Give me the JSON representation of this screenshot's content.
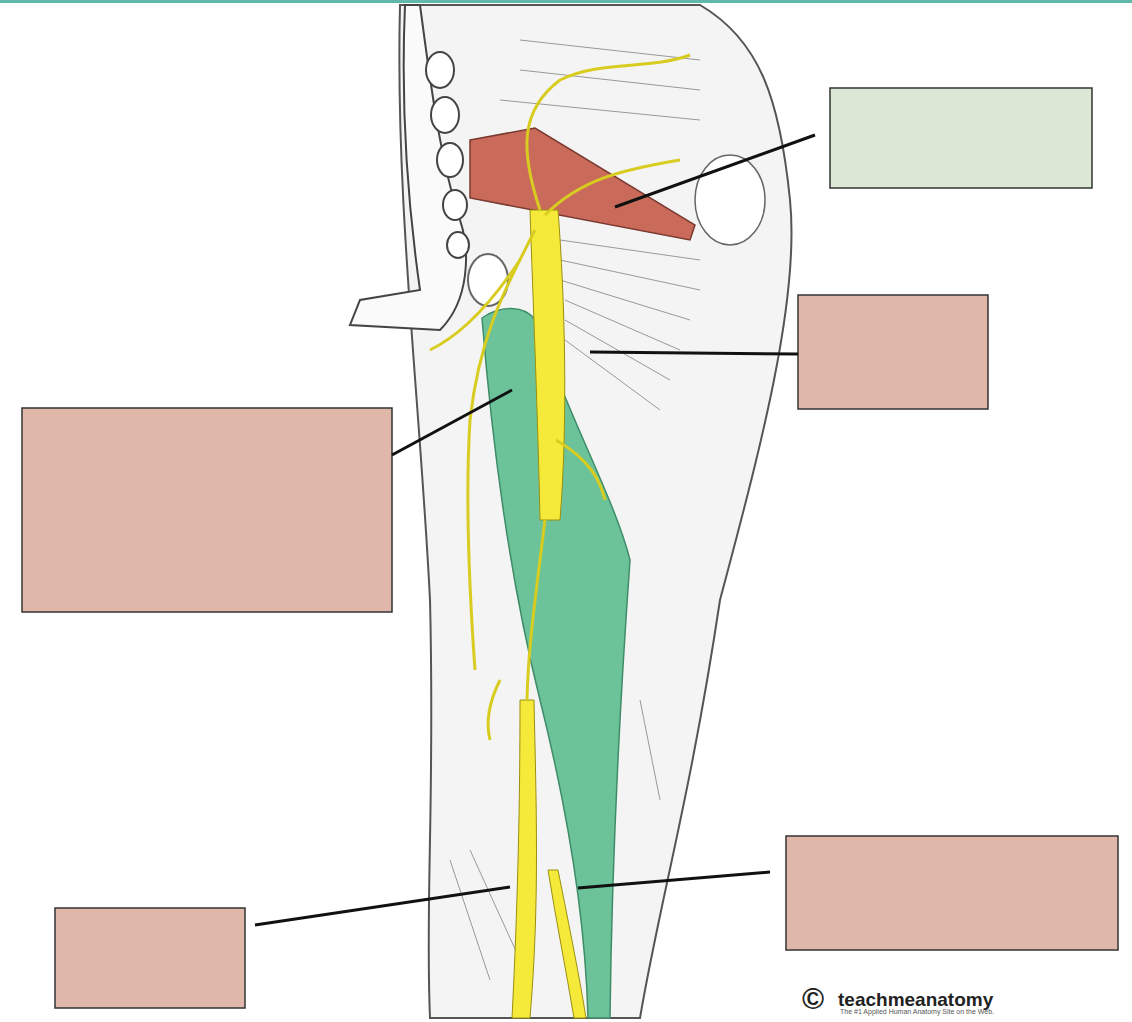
{
  "diagram": {
    "labels": [
      "©",
      "teachmeanatomy",
      "The #1 Applied Human Anatomy Site on the Web."
    ]
  }
}
